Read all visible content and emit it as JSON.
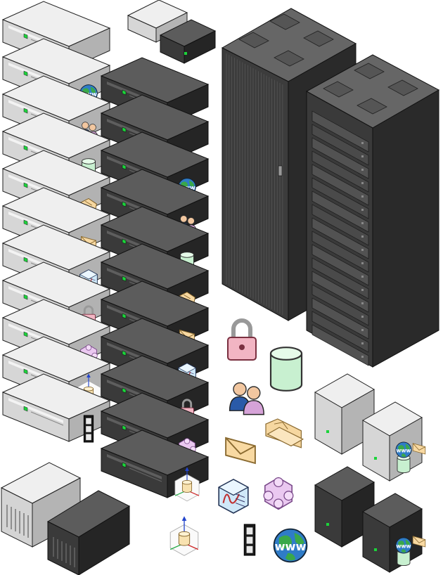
{
  "colors": {
    "light_top": "#eeeeee",
    "light_front": "#d4d4d4",
    "light_side": "#b4b4b4",
    "dark_top": "#5e5e5e",
    "dark_front": "#3a3a3a",
    "dark_side": "#262626",
    "led": "#1bd43a",
    "outline": "#222222"
  },
  "light_stack": {
    "units": 11,
    "badges": [
      "",
      "globe-icon",
      "users-icon",
      "database-icon",
      "hand-icon",
      "envelope-icon",
      "chart-icon",
      "lock-icon",
      "puzzle-icon",
      "axis-cylinder-icon",
      "film-icon"
    ]
  },
  "dark_stack": {
    "units": 11,
    "badges": [
      "",
      "",
      "globe-icon",
      "users-icon",
      "database-icon",
      "hand-icon",
      "envelope-icon",
      "chart-icon",
      "lock-icon",
      "puzzle-icon",
      "axis-cylinder-icon"
    ]
  },
  "globe_label": "www",
  "loose_icons": [
    "lock-icon",
    "database-icon",
    "users-icon",
    "envelope-icon",
    "folder-icon",
    "chart-icon",
    "puzzle-icon",
    "axis-cylinder-icon",
    "film-icon",
    "globe-icon"
  ]
}
